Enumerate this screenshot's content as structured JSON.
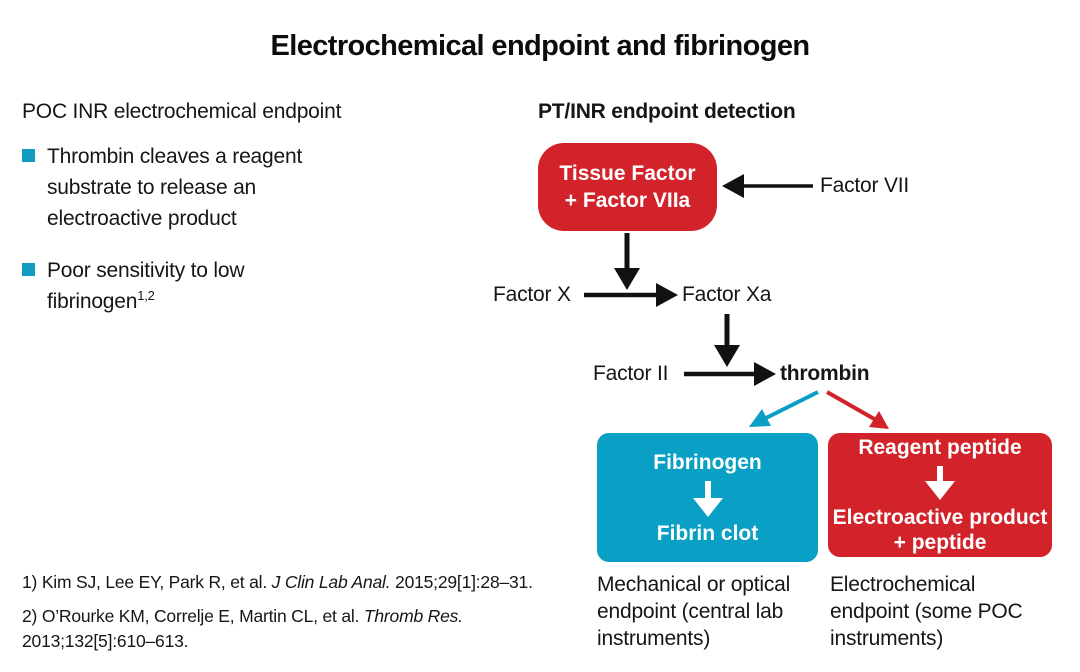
{
  "title": "Electrochemical endpoint and fibrinogen",
  "left_panel": {
    "heading": "POC INR electrochemical endpoint",
    "bullets": [
      {
        "lines": [
          "Thrombin cleaves a reagent",
          "substrate to release an",
          "electroactive product"
        ],
        "superscript": ""
      },
      {
        "lines": [
          "Poor sensitivity to low",
          "fibrinogen"
        ],
        "superscript": "1,2"
      }
    ]
  },
  "flowchart": {
    "heading": "PT/INR endpoint detection",
    "tissue_factor_box": {
      "line1": "Tissue Factor",
      "line2": "+ Factor VIIa"
    },
    "labels": {
      "factor_vii": "Factor VII",
      "factor_x": "Factor X",
      "factor_xa": "Factor Xa",
      "factor_ii": "Factor II",
      "thrombin": "thrombin"
    },
    "fibrinogen_box": {
      "line1": "Fibrinogen",
      "line2": "Fibrin clot",
      "caption_lines": [
        "Mechanical or optical",
        "endpoint (central lab",
        "instruments)"
      ]
    },
    "reagent_box": {
      "line1": "Reagent peptide",
      "line2": "Electroactive product",
      "line3": "+ peptide",
      "caption_lines": [
        "Electrochemical",
        "endpoint (some POC",
        "instruments)"
      ]
    }
  },
  "references": [
    {
      "before": "1) Kim SJ, Lee EY, Park R, et al. ",
      "journal": "J Clin Lab Anal.",
      "after": " 2015;29[1]:28–31."
    },
    {
      "before": "2) O’Rourke KM, Correlje E, Martin CL, et al. ",
      "journal": "Thromb Res.",
      "line2": "2013;132[5]:610–613."
    }
  ],
  "colors": {
    "red": "#d2232a",
    "teal": "#0a9fc4",
    "bullet_teal": "#0f9cc0",
    "black": "#161616"
  }
}
